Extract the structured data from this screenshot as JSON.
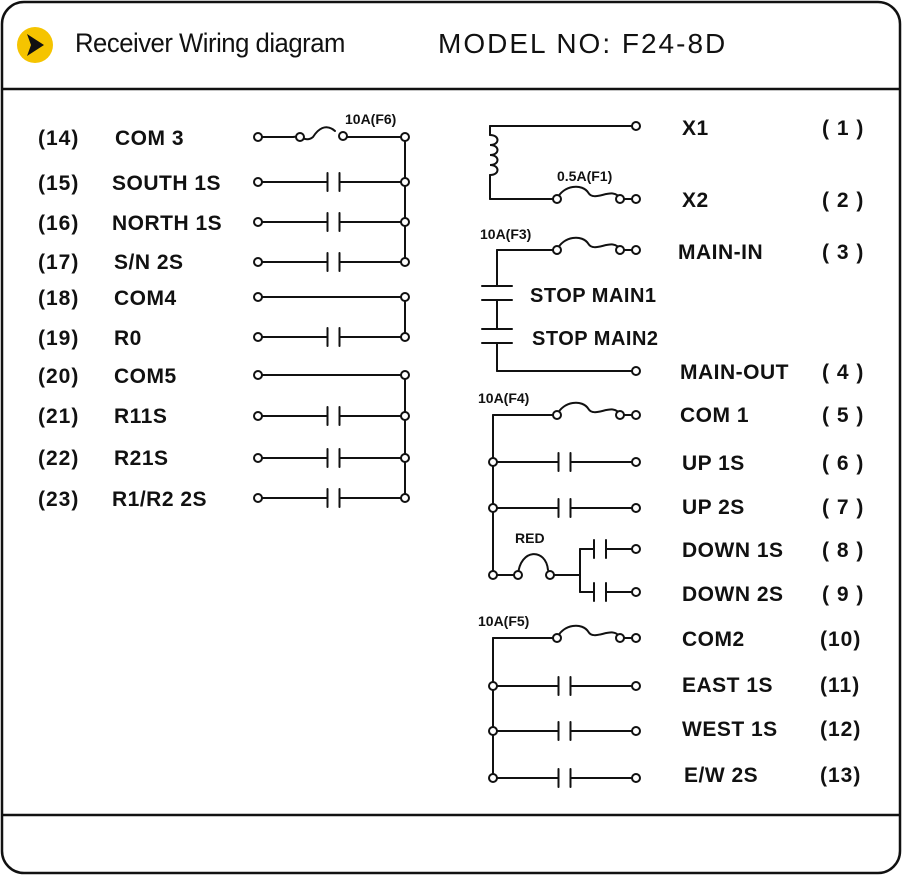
{
  "header": {
    "title": "Receiver Wiring diagram",
    "model": "MODEL NO:  F24-8D",
    "icon": "chevron-right-circle-icon",
    "accent_color": "#f5c400"
  },
  "left_terminals": [
    {
      "num": "(14)",
      "label": "COM 3"
    },
    {
      "num": "(15)",
      "label": "SOUTH 1S"
    },
    {
      "num": "(16)",
      "label": "NORTH 1S"
    },
    {
      "num": "(17)",
      "label": "S/N 2S"
    },
    {
      "num": "(18)",
      "label": "COM4"
    },
    {
      "num": "(19)",
      "label": "R0"
    },
    {
      "num": "(20)",
      "label": "COM5"
    },
    {
      "num": "(21)",
      "label": "R11S"
    },
    {
      "num": "(22)",
      "label": "R21S"
    },
    {
      "num": "(23)",
      "label": "R1/R2 2S"
    }
  ],
  "right_terminals": [
    {
      "num": "( 1 )",
      "label": "X1"
    },
    {
      "num": "( 2 )",
      "label": "X2"
    },
    {
      "num": "( 3 )",
      "label": "MAIN-IN"
    },
    {
      "num": "( 4 )",
      "label": "MAIN-OUT"
    },
    {
      "num": "( 5 )",
      "label": "COM 1"
    },
    {
      "num": "( 6 )",
      "label": "UP  1S"
    },
    {
      "num": "( 7 )",
      "label": "UP  2S"
    },
    {
      "num": "( 8 )",
      "label": "DOWN 1S"
    },
    {
      "num": "( 9 )",
      "label": "DOWN 2S"
    },
    {
      "num": "(10)",
      "label": "COM2"
    },
    {
      "num": "(11)",
      "label": "EAST 1S"
    },
    {
      "num": "(12)",
      "label": "WEST 1S"
    },
    {
      "num": "(13)",
      "label": "E/W 2S"
    }
  ],
  "fuses": {
    "f6": "10A(F6)",
    "f1": "0.5A(F1)",
    "f3": "10A(F3)",
    "f4": "10A(F4)",
    "f5": "10A(F5)",
    "red": "RED"
  },
  "stops": {
    "stop1": "STOP MAIN1",
    "stop2": "STOP MAIN2"
  }
}
